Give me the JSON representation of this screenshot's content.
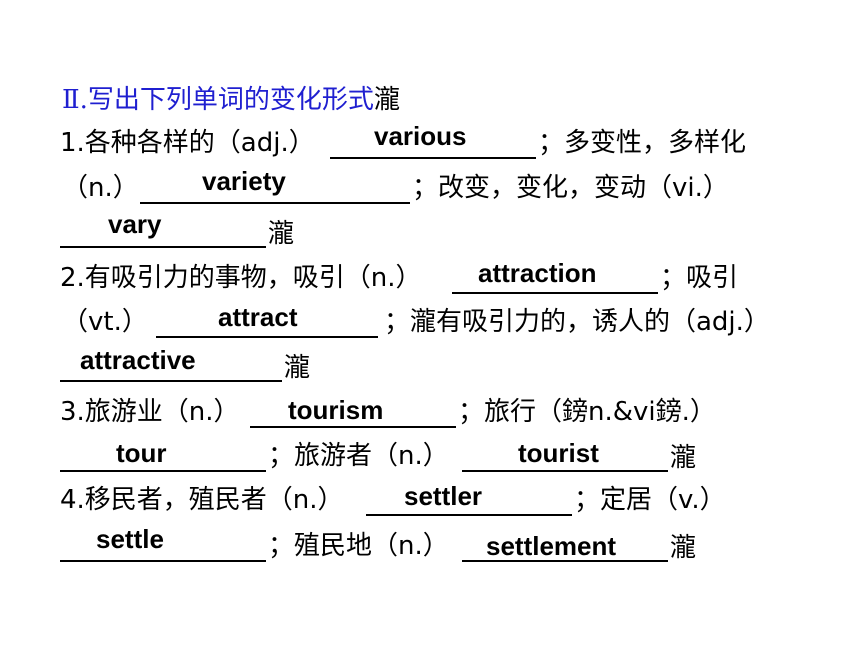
{
  "title": {
    "main": "Ⅱ.写出下列单词的变化形式",
    "tail": "瀧"
  },
  "items": [
    {
      "segments": [
        {
          "t": "1.各种各样的（adj.）"
        },
        {
          "t": "；多变性，多样化"
        },
        {
          "t": "（n.）"
        },
        {
          "t": "；改变，变化，变动（vi.）"
        },
        {
          "t": "瀧"
        }
      ],
      "answers": [
        "various",
        "variety",
        "vary"
      ]
    },
    {
      "segments": [
        {
          "t": "2.有吸引力的事物，吸引（n.）"
        },
        {
          "t": "；吸引"
        },
        {
          "t": "（vt.）"
        },
        {
          "t": "；瀧有吸引力的，诱人的（adj.）"
        },
        {
          "t": "瀧"
        }
      ],
      "answers": [
        "attraction",
        "attract",
        "attractive"
      ]
    },
    {
      "segments": [
        {
          "t": "3.旅游业（n.）"
        },
        {
          "t": "；旅行（鎊n.&vi鎊.）"
        },
        {
          "t": "；旅游者（n.）"
        },
        {
          "t": "瀧"
        }
      ],
      "answers": [
        "tourism",
        "tour",
        "tourist"
      ]
    },
    {
      "segments": [
        {
          "t": "4.移民者，殖民者（n.）"
        },
        {
          "t": "；定居（v.）"
        },
        {
          "t": "；殖民地（n.）"
        },
        {
          "t": "瀧"
        }
      ],
      "answers": [
        "settler",
        "settle",
        "settlement"
      ]
    }
  ]
}
